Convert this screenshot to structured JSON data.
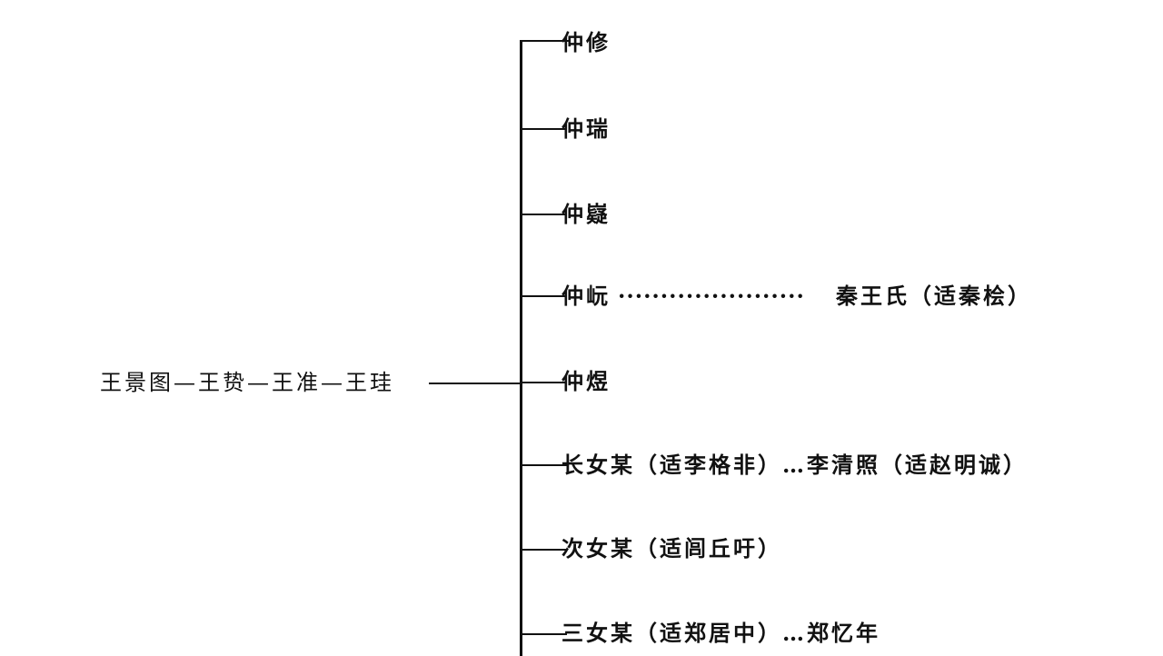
{
  "ancestry": "王景图—王贽—王准—王珪",
  "children": [
    {
      "name": "仲修"
    },
    {
      "name": "仲瑞"
    },
    {
      "name": "仲嶷"
    },
    {
      "name": "仲岏",
      "connector": "······················",
      "spouse": "秦王氏（适秦桧）"
    },
    {
      "name": "仲煜"
    },
    {
      "name": "长女某（适李格非）…李清照（适赵明诚）"
    },
    {
      "name": "次女某（适闾丘吁）"
    },
    {
      "name": "三女某（适郑居中）…郑忆年"
    }
  ]
}
